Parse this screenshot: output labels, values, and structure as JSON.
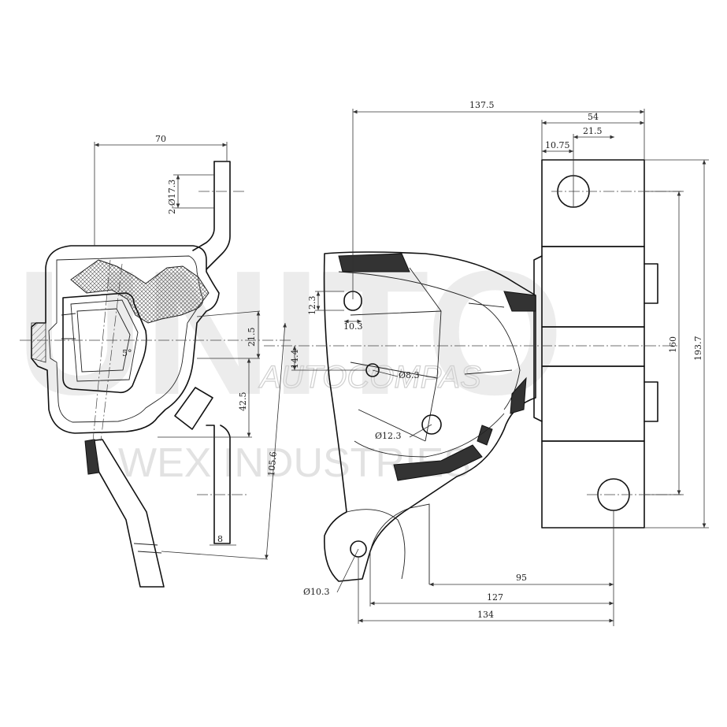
{
  "watermark": {
    "brand": "UNITO",
    "line1": "AUTOCOMPAS",
    "line2": "WEX INDUSTRIES"
  },
  "left_view": {
    "dims": {
      "width_top": "70",
      "holes": "2-Ø17.3",
      "angle": "5°",
      "d_21_5": "21.5",
      "d_42_5": "42.5",
      "d_105_6": "105.6",
      "plate": "8"
    }
  },
  "right_view": {
    "dims": {
      "overall_top": "137.5",
      "block_width": "54",
      "offset_21_5": "21.5",
      "offset_10_75": "10.75",
      "hole_h": "12.3",
      "hole_w": "10.3",
      "offset_14_4": "14.4",
      "hole_8_3": "Ø8.3",
      "hole_12_3": "Ø12.3",
      "hole_10_3": "Ø10.3",
      "height_160": "160",
      "height_193_7": "193.7",
      "len_95": "95",
      "len_127": "127",
      "len_134": "134"
    }
  }
}
